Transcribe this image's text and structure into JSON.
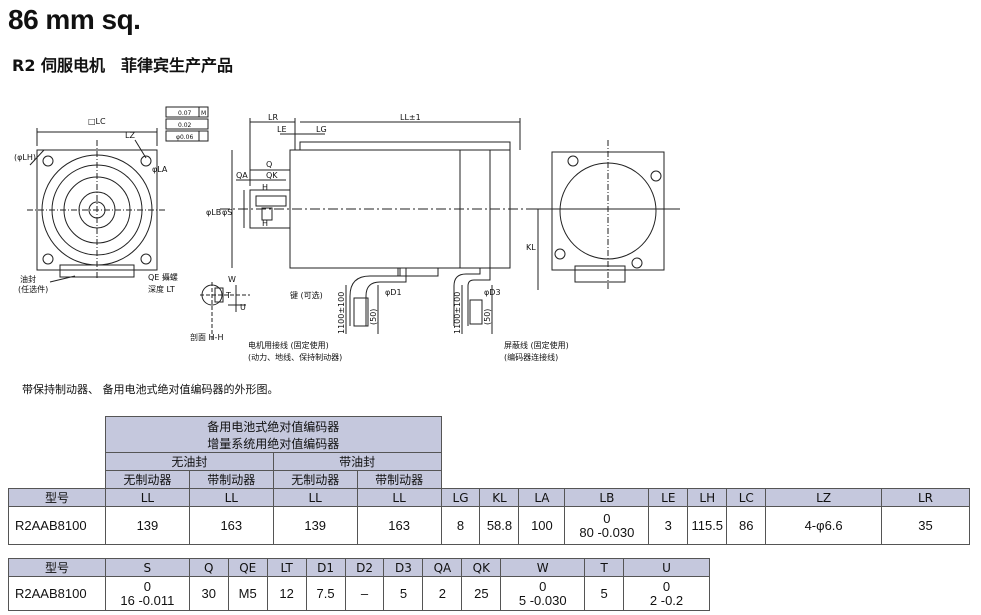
{
  "header": {
    "title": "86 mm sq.",
    "subtitle": "R2 伺服电机　菲律宾生产产品"
  },
  "drawing_labels": {
    "lc": "□LC",
    "lz": "LZ",
    "lh": "(φLH)",
    "la": "φLA",
    "oil_seal": "油封",
    "oil_seal_optional": "(任选件)",
    "qe": "QE 攝螺",
    "depth": "深度 LT",
    "tol1": "0.07",
    "tol2": "0.02",
    "tol3": "φ0.06",
    "tol_m": "M",
    "lr": "LR",
    "le": "LE",
    "lg": "LG",
    "ll": "LL±1",
    "q": "Q",
    "qa": "QA",
    "qk": "QK",
    "h": "H",
    "lb": "φLB",
    "s": "φS",
    "kl": "KL",
    "w": "W",
    "t": "T",
    "u": "U",
    "section": "剖面 H-H",
    "key": "键 (可选)",
    "d1": "φD1",
    "d3": "φD3",
    "len1": "1100±100",
    "len2": "1100±100",
    "p50a": "(50)",
    "p50b": "(50)",
    "motor_cable": "电机用接线 (固定使用)",
    "motor_cable_sub": "(动力、地线、保持制动器)",
    "shield_cable": "屏蔽线 (固定使用)",
    "shield_cable_sub": "(编码器连接线)"
  },
  "note": "带保持制动器、 备用电池式绝对值编码器的外形图。",
  "table1": {
    "group_header": [
      "备用电池式绝对值编码器",
      "增量系统用绝对值编码器"
    ],
    "seal_headers": [
      "无油封",
      "带油封"
    ],
    "brake_headers": [
      "无制动器",
      "带制动器",
      "无制动器",
      "带制动器"
    ],
    "columns": [
      "型号",
      "LL",
      "LL",
      "LL",
      "LL",
      "LG",
      "KL",
      "LA",
      "LB",
      "LE",
      "LH",
      "LC",
      "LZ",
      "LR"
    ],
    "row": {
      "model": "R2AAB8100",
      "values": [
        "139",
        "163",
        "139",
        "163",
        "8",
        "58.8",
        "100",
        "",
        "3",
        "115.5",
        "86",
        "4-φ6.6",
        "35"
      ],
      "lb_top": "0",
      "lb_bottom": "80 -0.030"
    }
  },
  "table2": {
    "columns": [
      "型号",
      "S",
      "Q",
      "QE",
      "LT",
      "D1",
      "D2",
      "D3",
      "QA",
      "QK",
      "W",
      "T",
      "U"
    ],
    "row": {
      "model": "R2AAB8100",
      "s_top": "0",
      "s_bottom": "16 -0.011",
      "q": "30",
      "qe": "M5",
      "lt": "12",
      "d1": "7.5",
      "d2": "–",
      "d3": "5",
      "qa": "2",
      "qk": "25",
      "w_top": "0",
      "w_bottom": "5 -0.030",
      "t": "5",
      "u_top": "0",
      "u_bottom": "2 -0.2"
    }
  }
}
